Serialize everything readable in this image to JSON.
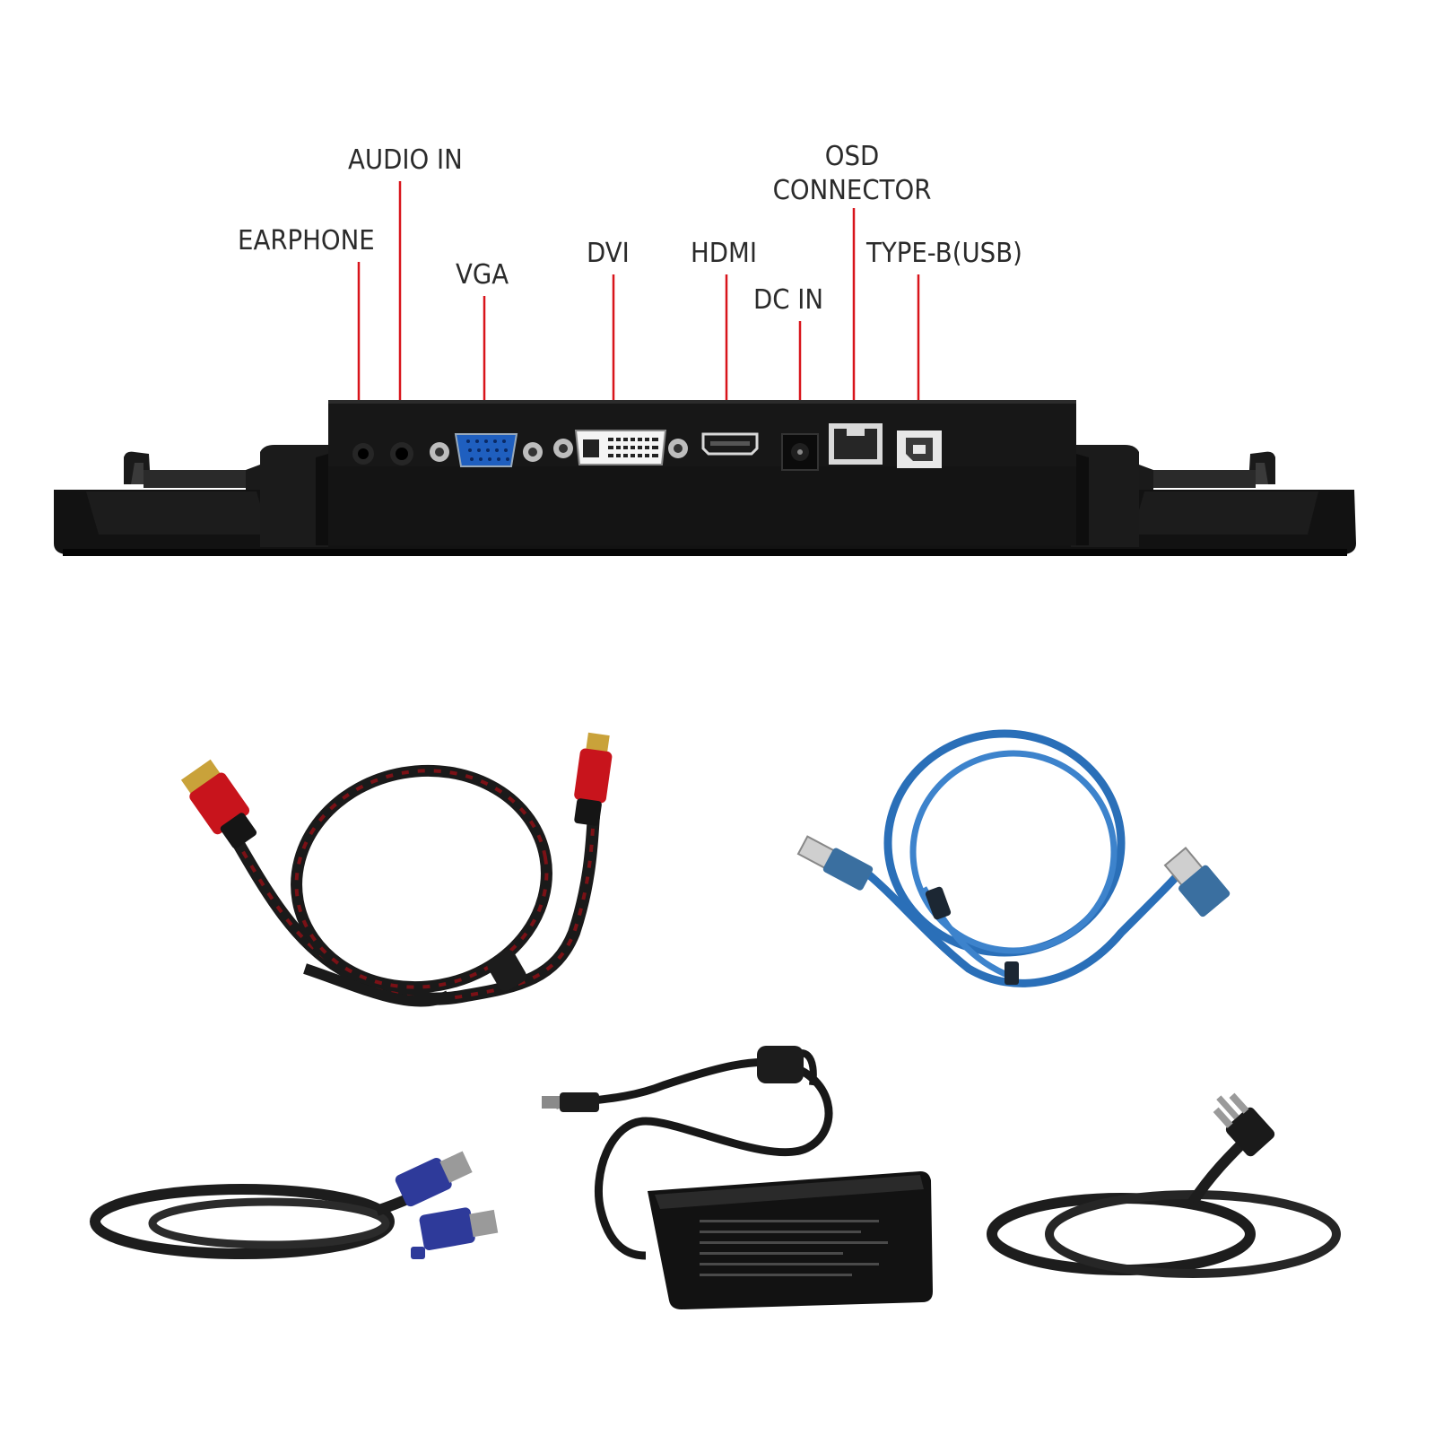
{
  "labels": {
    "audio_in": "AUDIO IN",
    "earphone": "EARPHONE",
    "vga": "VGA",
    "dvi": "DVI",
    "hdmi": "HDMI",
    "dc_in": "DC IN",
    "osd_line1": "OSD",
    "osd_line2": "CONNECTOR",
    "type_b": "TYPE-B(USB)"
  },
  "colors": {
    "leader_line": "#d8141b",
    "monitor_body": "#111111",
    "vga_port": "#1f5fbf",
    "hdmi_cable_accent": "#c8141c",
    "usb_cable": "#2a6fb8",
    "vga_cable_connector": "#2e3a9a"
  }
}
